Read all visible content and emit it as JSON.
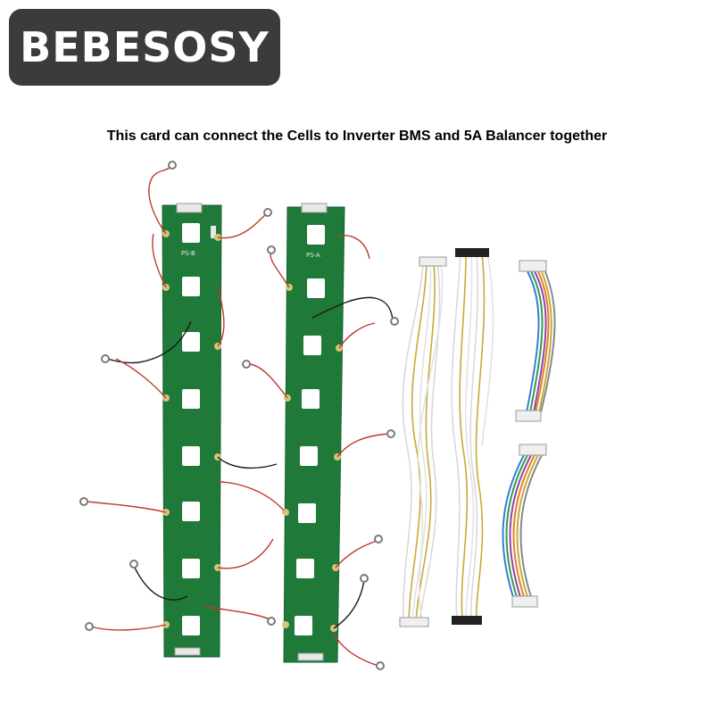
{
  "brand": {
    "name": "BEBESOSY"
  },
  "caption": {
    "text": "This card can connect the Cells to Inverter BMS and 5A Balancer together"
  },
  "boards": [
    {
      "label": "PS-B"
    },
    {
      "label": "PS-A"
    }
  ],
  "colors": {
    "badge_background": "#3b3b3b",
    "pcb_green": "#1f7a3a",
    "wire_red": "#c0392b",
    "wire_black": "#1a1a1a"
  }
}
